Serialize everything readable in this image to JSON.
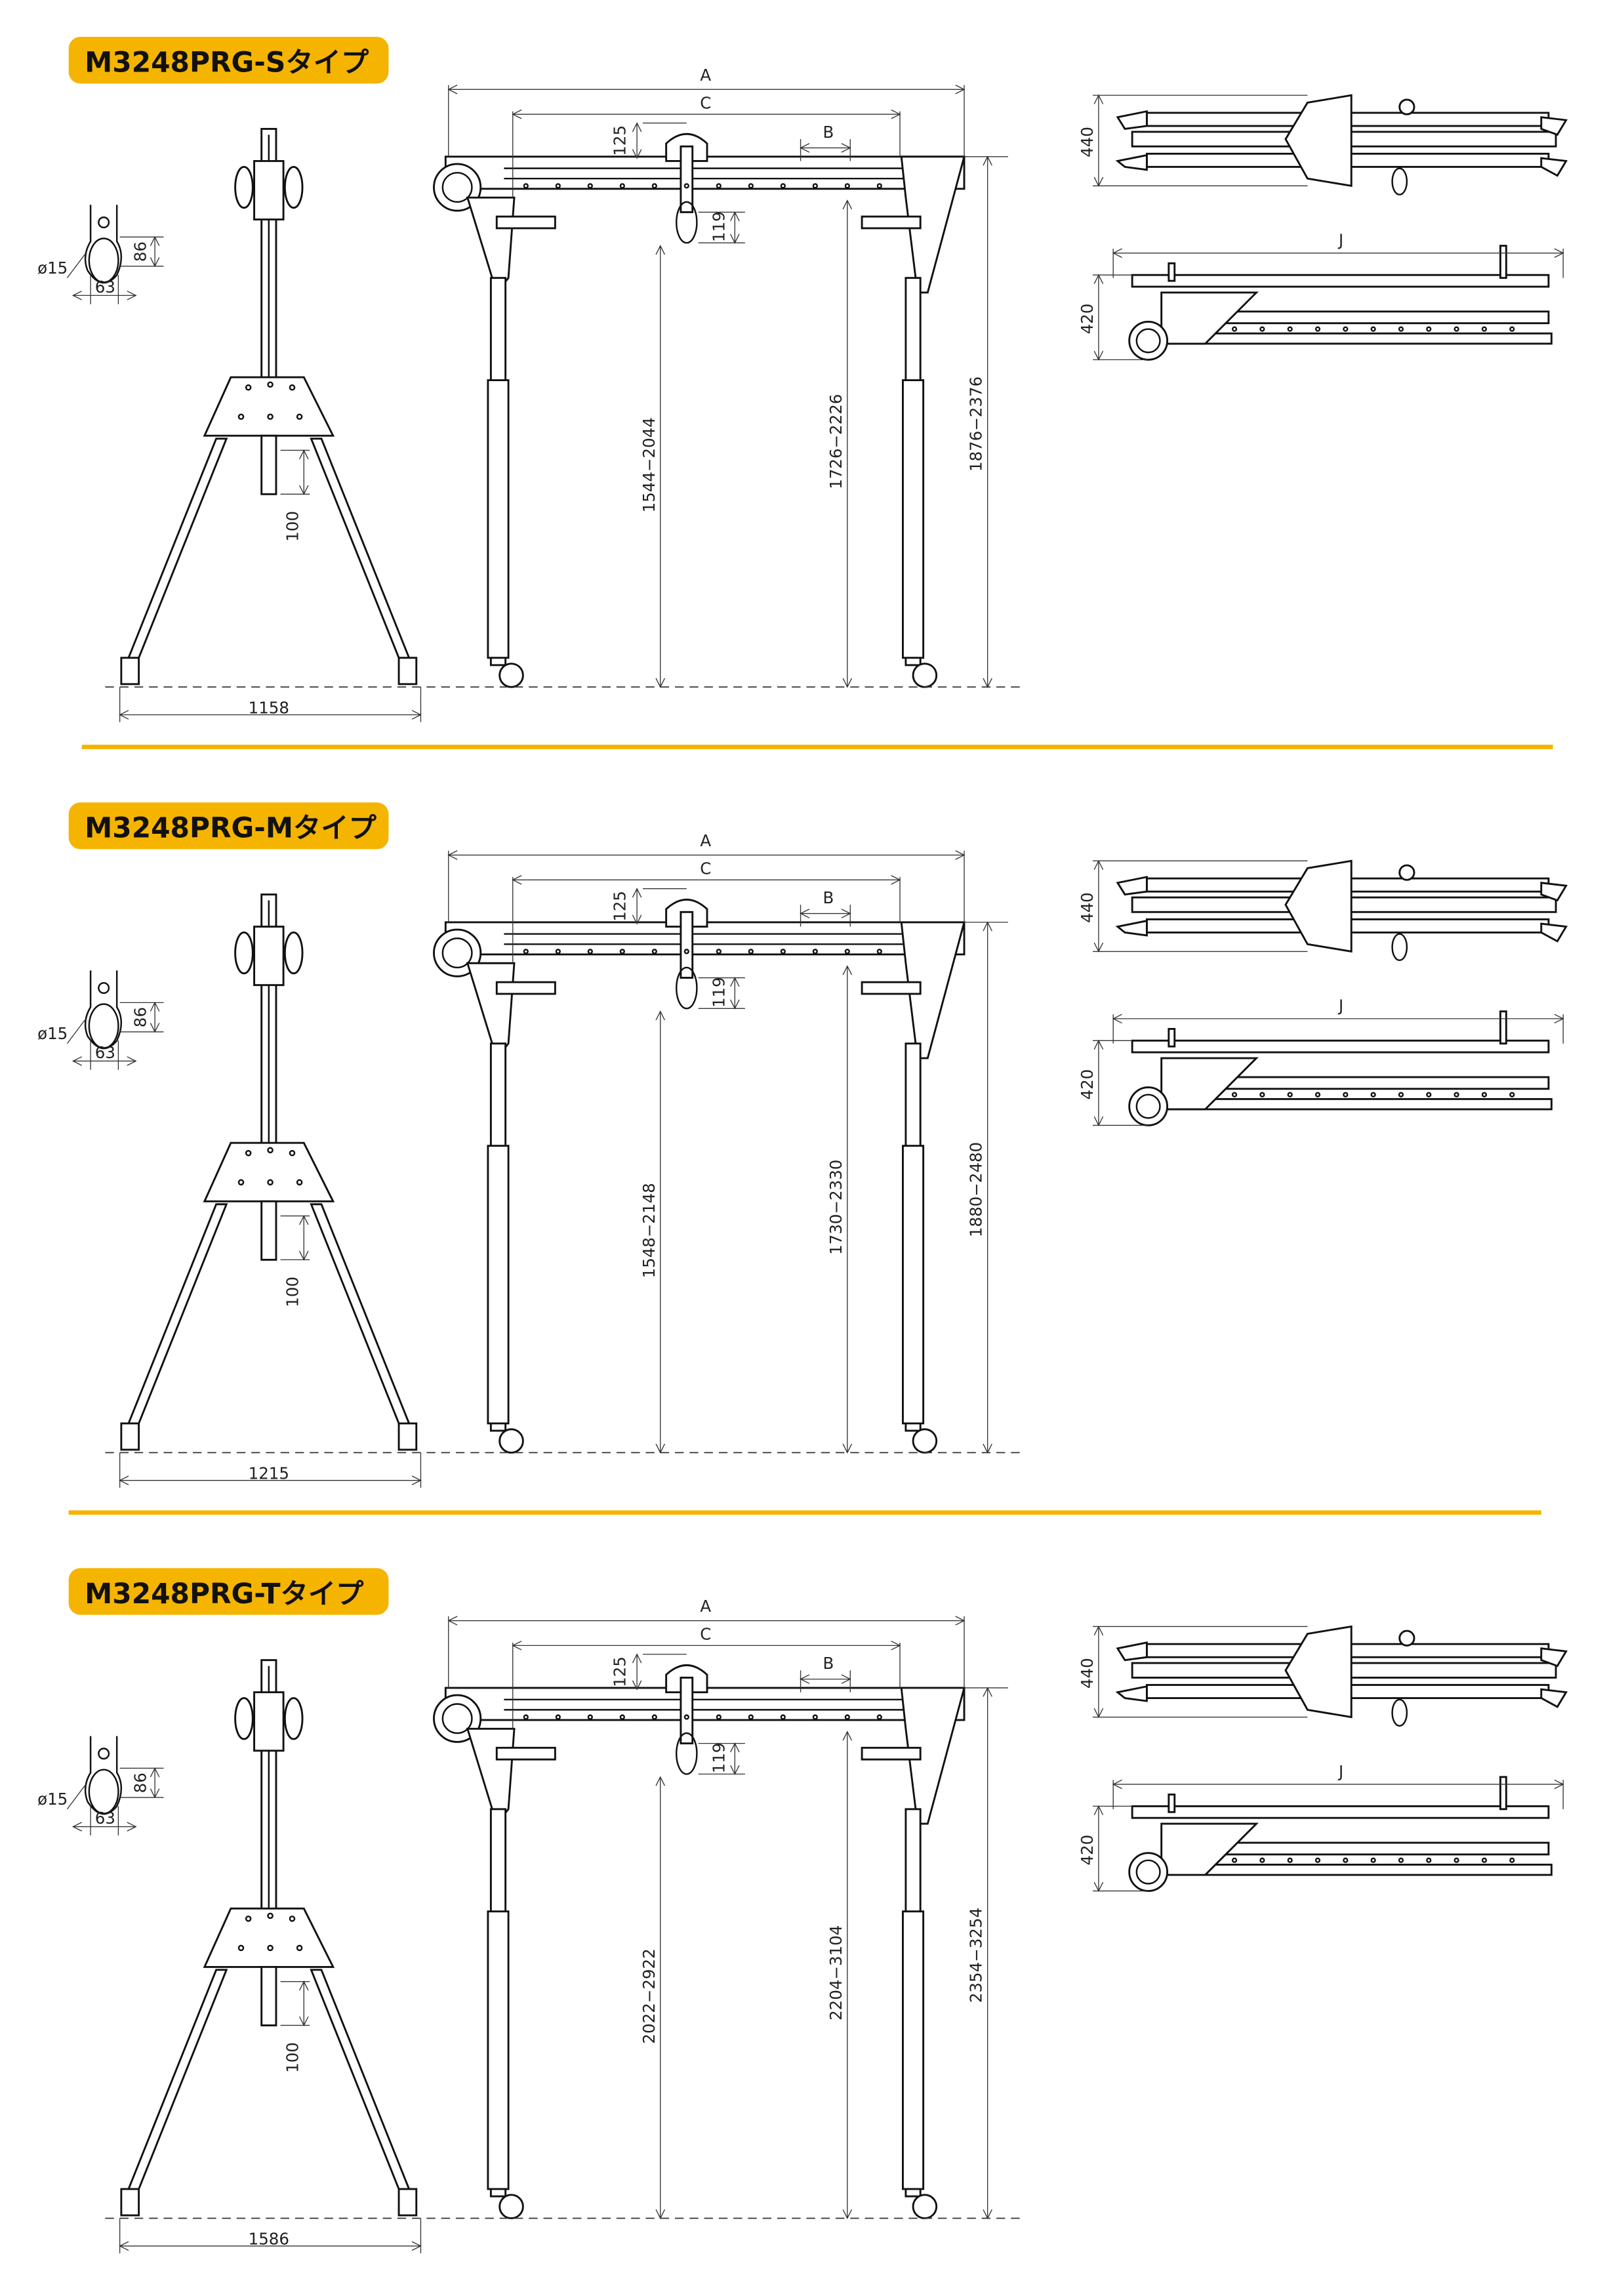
{
  "colors": {
    "accent": "#F5B400",
    "line": "#111111"
  },
  "sections": [
    {
      "title": "M3248PRG-Sタイプ",
      "hook": {
        "dia": "ø15",
        "width": "63",
        "height": "86"
      },
      "side": {
        "base_width": "1158",
        "mast_step": "100"
      },
      "front": {
        "a": "A",
        "b": "B",
        "c": "C",
        "top_offset": "125",
        "hook_drop": "119",
        "hook_height": "1544−2044",
        "beam_height": "1726−2226",
        "overall_height": "1876−2376"
      },
      "folded": {
        "depth_top": "440",
        "length": "J",
        "depth_side": "420"
      }
    },
    {
      "title": "M3248PRG-Mタイプ",
      "hook": {
        "dia": "ø15",
        "width": "63",
        "height": "86"
      },
      "side": {
        "base_width": "1215",
        "mast_step": "100"
      },
      "front": {
        "a": "A",
        "b": "B",
        "c": "C",
        "top_offset": "125",
        "hook_drop": "119",
        "hook_height": "1548−2148",
        "beam_height": "1730−2330",
        "overall_height": "1880−2480"
      },
      "folded": {
        "depth_top": "440",
        "length": "J",
        "depth_side": "420"
      }
    },
    {
      "title": "M3248PRG-Tタイプ",
      "hook": {
        "dia": "ø15",
        "width": "63",
        "height": "86"
      },
      "side": {
        "base_width": "1586",
        "mast_step": "100"
      },
      "front": {
        "a": "A",
        "b": "B",
        "c": "C",
        "top_offset": "125",
        "hook_drop": "119",
        "hook_height": "2022−2922",
        "beam_height": "2204−3104",
        "overall_height": "2354−3254"
      },
      "folded": {
        "depth_top": "440",
        "length": "J",
        "depth_side": "420"
      }
    }
  ]
}
